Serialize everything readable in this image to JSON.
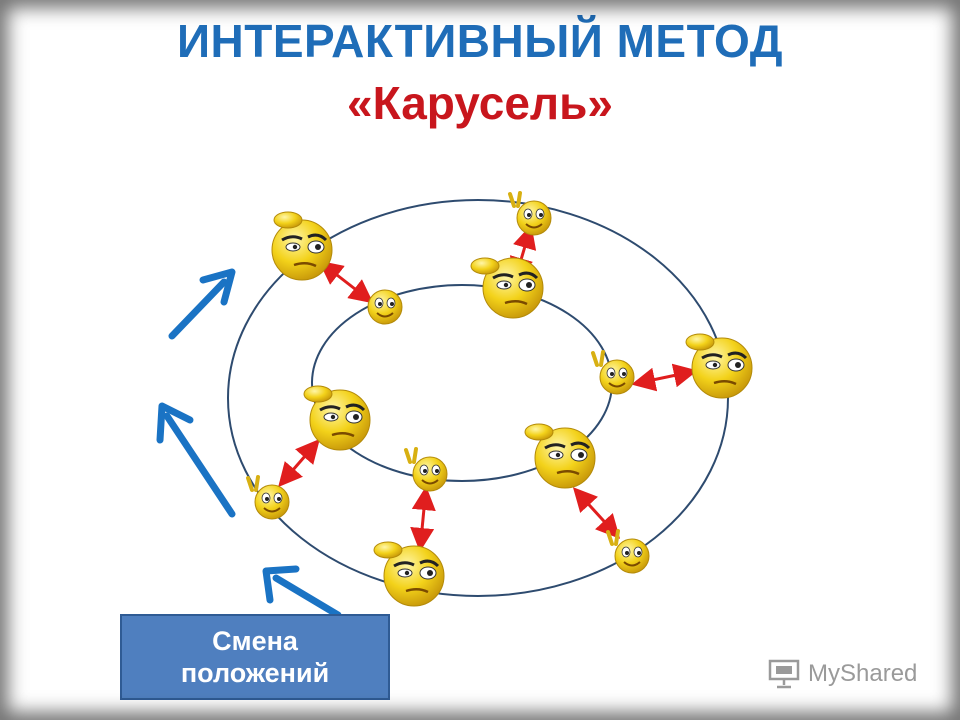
{
  "title": {
    "line1": "ИНТЕРАКТИВНЫЙ МЕТОД",
    "line2": "«Карусель»"
  },
  "label_box": {
    "line1": "Смена",
    "line2": "положений"
  },
  "brand": {
    "text": "MyShared",
    "icon": "presentation-board-icon"
  },
  "colors": {
    "title_blue": "#1f6db8",
    "title_red": "#c8161d",
    "ring": "#2e4b6f",
    "pair_arrow": "#e01e1e",
    "rotation_arrow": "#1a73c4",
    "box_fill": "#4f7fbf",
    "smiley": "#f3d21a"
  },
  "diagram": {
    "rings": [
      "outer-ring",
      "inner-ring"
    ],
    "pairs": [
      {
        "outer": "thinking-smiley",
        "inner": "peace-sign-smiley"
      },
      {
        "outer": "peace-sign-smiley",
        "inner": "thinking-smiley"
      },
      {
        "outer": "thinking-smiley",
        "inner": "peace-sign-smiley"
      },
      {
        "outer": "peace-sign-smiley",
        "inner": "thinking-smiley"
      },
      {
        "outer": "thinking-smiley",
        "inner": "peace-sign-smiley"
      },
      {
        "outer": "peace-sign-smiley",
        "inner": "thinking-smiley"
      }
    ],
    "rotation_arrows": 3
  }
}
